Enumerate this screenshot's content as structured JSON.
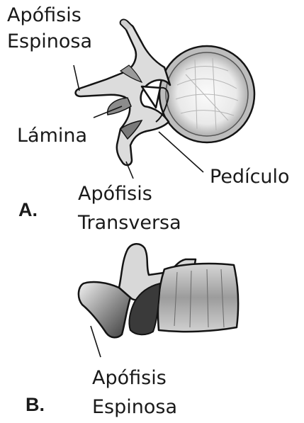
{
  "figure_a": {
    "panel_letter": "A.",
    "labels": {
      "spinous_line1": "Apófisis",
      "spinous_line2": "Espinosa",
      "lamina": "Lámina",
      "pedicle": "Pedículo",
      "transverse_line1": "Apófisis",
      "transverse_line2": "Transversa"
    }
  },
  "figure_b": {
    "panel_letter": "B.",
    "labels": {
      "spinous_line1": "Apófisis",
      "spinous_line2": "Espinosa"
    }
  },
  "colors": {
    "bone_fill": "#ececec",
    "bone_shadow": "#6e6e6e",
    "bone_dark": "#2a2a2a",
    "outline": "#141414",
    "text": "#1a1a1a"
  }
}
